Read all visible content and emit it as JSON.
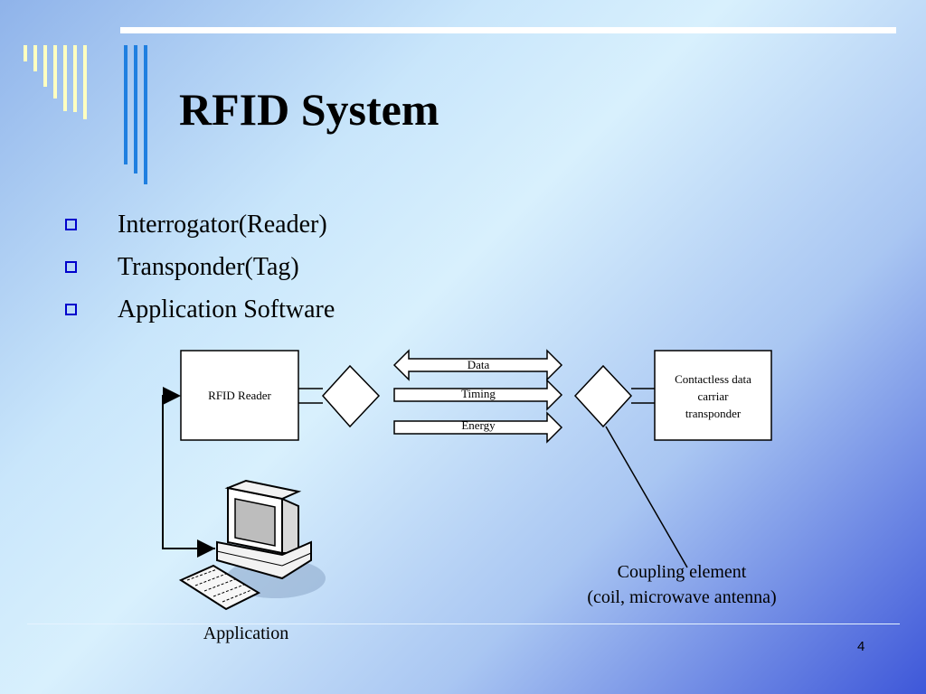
{
  "slide": {
    "title": "RFID System",
    "bullets": [
      "Interrogator(Reader)",
      "Transponder(Tag)",
      "Application Software"
    ],
    "page_number": "4"
  },
  "diagram": {
    "reader_label": "RFID Reader",
    "transponder_label_lines": [
      "Contactless data",
      "carriar",
      "transponder"
    ],
    "arrow_labels": [
      "Data",
      "Timing",
      "Energy"
    ],
    "coupling_caption_lines": [
      "Coupling element",
      "(coil, microwave antenna)"
    ],
    "application_label": "Application"
  },
  "colors": {
    "bullet_box": "#0000cc",
    "bar_yellow": "#ffffc0",
    "bar_blue": "#1f7fe0"
  }
}
